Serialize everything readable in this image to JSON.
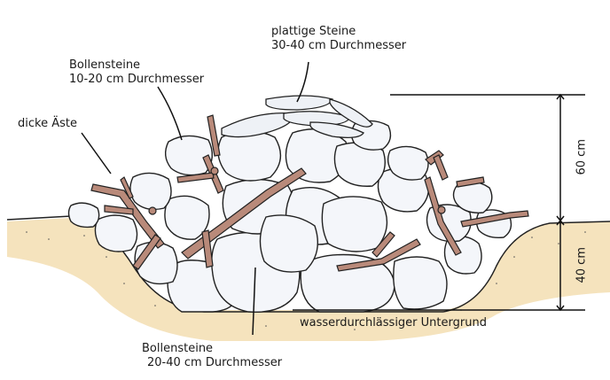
{
  "labels": {
    "flat_stones": {
      "line1": "plattige Steine",
      "line2": "30-40 cm Durchmesser"
    },
    "cobbles_small": {
      "line1": "Bollensteine",
      "line2": "10-20 cm Durchmesser"
    },
    "branches": {
      "text": "dicke Äste"
    },
    "cobbles_large": {
      "line1": "Bollensteine",
      "line2": "20-40 cm Durchmesser"
    },
    "subsoil": {
      "text": "wasserdurchlässiger Untergrund"
    },
    "height_above": {
      "text": "60 cm"
    },
    "depth_below": {
      "text": "40 cm"
    }
  },
  "colors": {
    "sand": "#f3ddb0",
    "stone": "#f4f6fa",
    "stone_shadow": "#d9dee7",
    "branch": "#b98a7a",
    "outline": "#222222"
  }
}
